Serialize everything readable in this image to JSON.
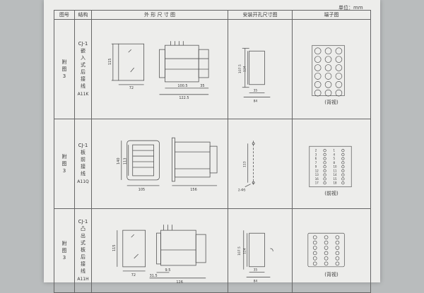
{
  "unit_label": "单位：mm",
  "headers": {
    "figure_no": "图号",
    "structure": "结构",
    "outline": "外 形 尺 寸 图",
    "mounting": "安装开孔尺寸图",
    "terminal": "端子图"
  },
  "rows": [
    {
      "figure": [
        "附",
        "图",
        "3"
      ],
      "structure": [
        "CJ-1",
        "嵌",
        "入",
        "式",
        "后",
        "接",
        "线"
      ],
      "code": "A11K",
      "outline_dims": {
        "height": "115",
        "width": "72",
        "depth1": "100.5",
        "depth2": "35",
        "total": "122.5"
      },
      "mounting_dims": {
        "h1": "107.5",
        "h2": "124",
        "w1": "35",
        "w2": "84"
      },
      "terminal_view": "(背视)"
    },
    {
      "figure": [
        "附",
        "图",
        "3"
      ],
      "structure": [
        "CJ-1",
        "板",
        "前",
        "接",
        "线"
      ],
      "code": "A11Q",
      "outline_dims": {
        "height": "140",
        "inner": "113",
        "width": "105",
        "depth": "156"
      },
      "mounting_dims": {
        "h1": "113",
        "hole": "2-Φ5"
      },
      "terminal_view": "(前视)",
      "terminal_numbers": [
        "2",
        "1",
        "3",
        "4",
        "6",
        "5",
        "7",
        "8",
        "9",
        "10",
        "12",
        "11",
        "13",
        "14",
        "16",
        "15",
        "17",
        "18"
      ]
    },
    {
      "figure": [
        "附",
        "图",
        "3"
      ],
      "structure": [
        "CJ-1",
        "凸",
        "出",
        "式",
        "板",
        "后",
        "接",
        "线"
      ],
      "code": "A11H",
      "outline_dims": {
        "height": "115",
        "width": "72",
        "offset": "9.5",
        "depth1": "31.5",
        "total": "126"
      },
      "mounting_dims": {
        "h1": "107.5",
        "h2": "124",
        "w1": "35",
        "w2": "84"
      },
      "terminal_view": "(背视)"
    }
  ]
}
